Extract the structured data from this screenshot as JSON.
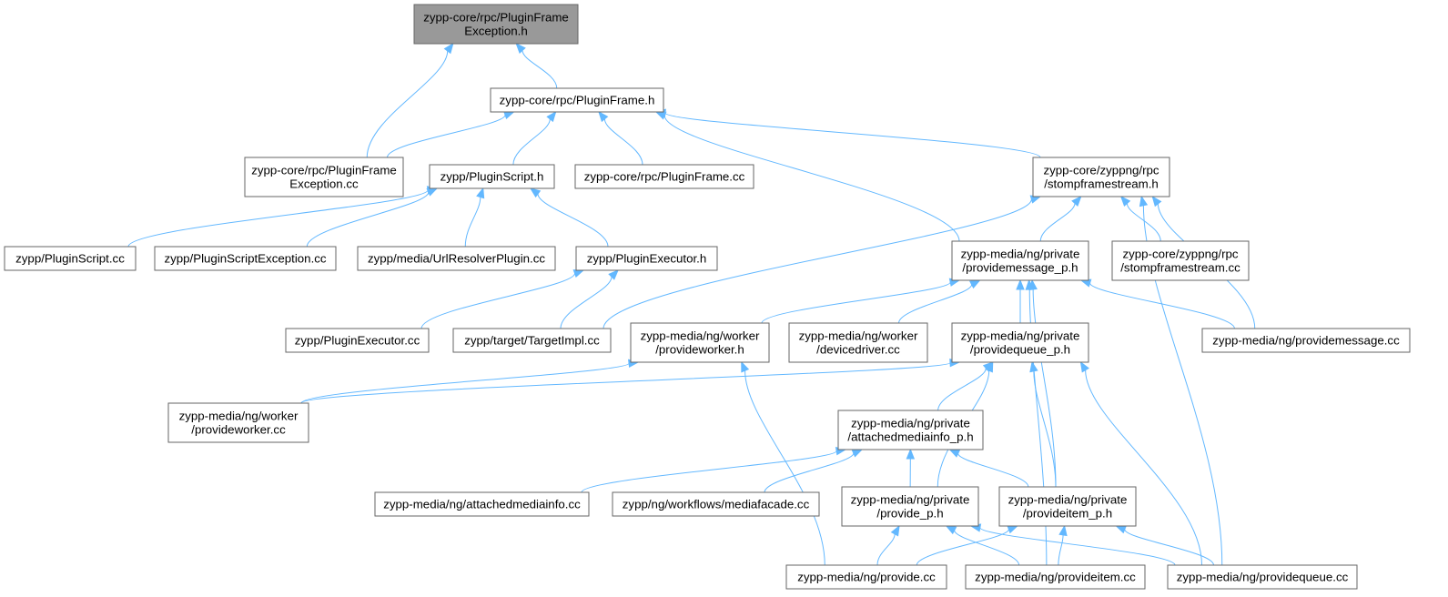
{
  "diagram": {
    "nodes": [
      {
        "id": "n0",
        "lines": [
          "zypp-core/rpc/PluginFrame",
          "Exception.h"
        ],
        "root": true
      },
      {
        "id": "n1",
        "lines": [
          "zypp-core/rpc/PluginFrame.h"
        ]
      },
      {
        "id": "n2",
        "lines": [
          "zypp-core/rpc/PluginFrame",
          "Exception.cc"
        ]
      },
      {
        "id": "n3",
        "lines": [
          "zypp/PluginScript.h"
        ]
      },
      {
        "id": "n4",
        "lines": [
          "zypp-core/rpc/PluginFrame.cc"
        ]
      },
      {
        "id": "n5",
        "lines": [
          "zypp-core/zyppng/rpc",
          "/stompframestream.h"
        ]
      },
      {
        "id": "n6",
        "lines": [
          "zypp/PluginScript.cc"
        ]
      },
      {
        "id": "n7",
        "lines": [
          "zypp/PluginScriptException.cc"
        ]
      },
      {
        "id": "n8",
        "lines": [
          "zypp/media/UrlResolverPlugin.cc"
        ]
      },
      {
        "id": "n9",
        "lines": [
          "zypp/PluginExecutor.h"
        ]
      },
      {
        "id": "n10",
        "lines": [
          "zypp-media/ng/private",
          "/providemessage_p.h"
        ]
      },
      {
        "id": "n11",
        "lines": [
          "zypp-core/zyppng/rpc",
          "/stompframestream.cc"
        ]
      },
      {
        "id": "n12",
        "lines": [
          "zypp/PluginExecutor.cc"
        ]
      },
      {
        "id": "n13",
        "lines": [
          "zypp/target/TargetImpl.cc"
        ]
      },
      {
        "id": "n14",
        "lines": [
          "zypp-media/ng/worker",
          "/provideworker.h"
        ]
      },
      {
        "id": "n15",
        "lines": [
          "zypp-media/ng/worker",
          "/devicedriver.cc"
        ]
      },
      {
        "id": "n16",
        "lines": [
          "zypp-media/ng/private",
          "/providequeue_p.h"
        ]
      },
      {
        "id": "n17",
        "lines": [
          "zypp-media/ng/providemessage.cc"
        ]
      },
      {
        "id": "n18",
        "lines": [
          "zypp-media/ng/worker",
          "/provideworker.cc"
        ]
      },
      {
        "id": "n19",
        "lines": [
          "zypp-media/ng/private",
          "/attachedmediainfo_p.h"
        ]
      },
      {
        "id": "n20",
        "lines": [
          "zypp-media/ng/attachedmediainfo.cc"
        ]
      },
      {
        "id": "n21",
        "lines": [
          "zypp/ng/workflows/mediafacade.cc"
        ]
      },
      {
        "id": "n22",
        "lines": [
          "zypp-media/ng/private",
          "/provide_p.h"
        ]
      },
      {
        "id": "n23",
        "lines": [
          "zypp-media/ng/private",
          "/provideitem_p.h"
        ]
      },
      {
        "id": "n24",
        "lines": [
          "zypp-media/ng/provide.cc"
        ]
      },
      {
        "id": "n25",
        "lines": [
          "zypp-media/ng/provideitem.cc"
        ]
      },
      {
        "id": "n26",
        "lines": [
          "zypp-media/ng/providequeue.cc"
        ]
      }
    ],
    "edges": [
      {
        "from": "n2",
        "to": "n0"
      },
      {
        "from": "n1",
        "to": "n0"
      },
      {
        "from": "n2",
        "to": "n1"
      },
      {
        "from": "n3",
        "to": "n1"
      },
      {
        "from": "n4",
        "to": "n1"
      },
      {
        "from": "n5",
        "to": "n1"
      },
      {
        "from": "n10",
        "to": "n1"
      },
      {
        "from": "n6",
        "to": "n3"
      },
      {
        "from": "n7",
        "to": "n3"
      },
      {
        "from": "n8",
        "to": "n3"
      },
      {
        "from": "n9",
        "to": "n3"
      },
      {
        "from": "n12",
        "to": "n9"
      },
      {
        "from": "n13",
        "to": "n9"
      },
      {
        "from": "n13",
        "to": "n5"
      },
      {
        "from": "n10",
        "to": "n5"
      },
      {
        "from": "n11",
        "to": "n5"
      },
      {
        "from": "n17",
        "to": "n5"
      },
      {
        "from": "n26",
        "to": "n5"
      },
      {
        "from": "n14",
        "to": "n10"
      },
      {
        "from": "n15",
        "to": "n10"
      },
      {
        "from": "n16",
        "to": "n10"
      },
      {
        "from": "n17",
        "to": "n10"
      },
      {
        "from": "n23",
        "to": "n10"
      },
      {
        "from": "n25",
        "to": "n10"
      },
      {
        "from": "n18",
        "to": "n14"
      },
      {
        "from": "n24",
        "to": "n14"
      },
      {
        "from": "n18",
        "to": "n16"
      },
      {
        "from": "n19",
        "to": "n16"
      },
      {
        "from": "n22",
        "to": "n16"
      },
      {
        "from": "n23",
        "to": "n16"
      },
      {
        "from": "n26",
        "to": "n16"
      },
      {
        "from": "n20",
        "to": "n19"
      },
      {
        "from": "n21",
        "to": "n19"
      },
      {
        "from": "n22",
        "to": "n19"
      },
      {
        "from": "n23",
        "to": "n19"
      },
      {
        "from": "n24",
        "to": "n22"
      },
      {
        "from": "n25",
        "to": "n22"
      },
      {
        "from": "n26",
        "to": "n22"
      },
      {
        "from": "n24",
        "to": "n23"
      },
      {
        "from": "n25",
        "to": "n23"
      },
      {
        "from": "n26",
        "to": "n23"
      }
    ]
  }
}
